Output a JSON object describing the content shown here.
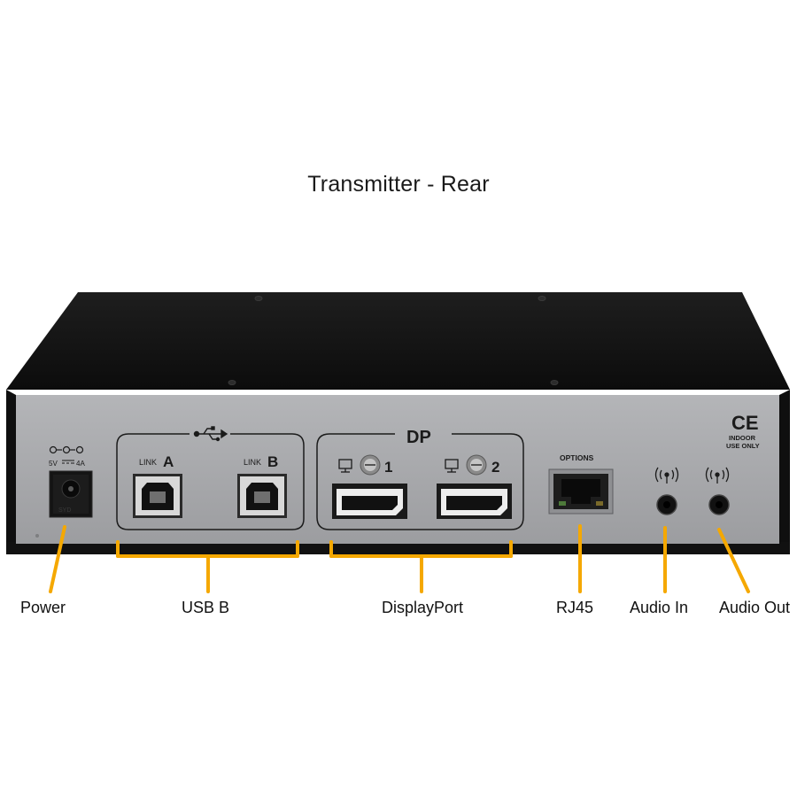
{
  "title": "Transmitter - Rear",
  "colors": {
    "callout": "#f5a800",
    "chassis_top": "#141414",
    "panel": "#a7a8ab"
  },
  "panel_marks": {
    "power_rating_left": "5V",
    "power_rating_right": "4A",
    "link_prefix": "LINK",
    "link_a": "A",
    "link_b": "B",
    "dp_group": "DP",
    "dp_port_1": "1",
    "dp_port_2": "2",
    "options": "OPTIONS",
    "ce": "CE",
    "indoor_line1": "INDOOR",
    "indoor_line2": "USE ONLY"
  },
  "callouts": {
    "power": "Power",
    "usb_b": "USB B",
    "displayport": "DisplayPort",
    "rj45": "RJ45",
    "audio_in": "Audio In",
    "audio_out": "Audio Out"
  }
}
